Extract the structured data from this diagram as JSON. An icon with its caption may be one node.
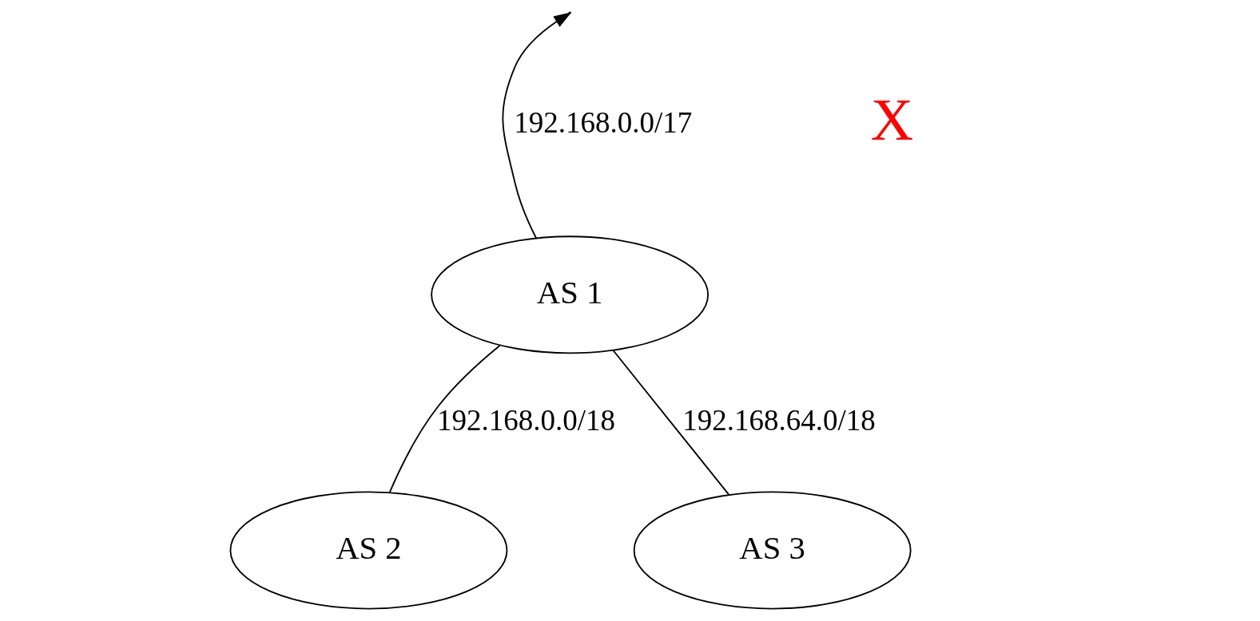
{
  "diagram": {
    "nodes": [
      {
        "text": [
          "AS 1"
        ]
      },
      {
        "text": [
          "AS 2"
        ]
      },
      {
        "text": [
          "AS 3"
        ]
      }
    ],
    "edges": [
      {
        "from": 0,
        "to": null,
        "arrow": "to",
        "label": "192.168.0.0/17"
      },
      {
        "from": 0,
        "to": 1,
        "arrow": "none",
        "label": "192.168.0.0/18"
      },
      {
        "from": 0,
        "to": 2,
        "arrow": "none",
        "label": "192.168.64.0/18"
      }
    ],
    "labels": [
      "X"
    ]
  }
}
